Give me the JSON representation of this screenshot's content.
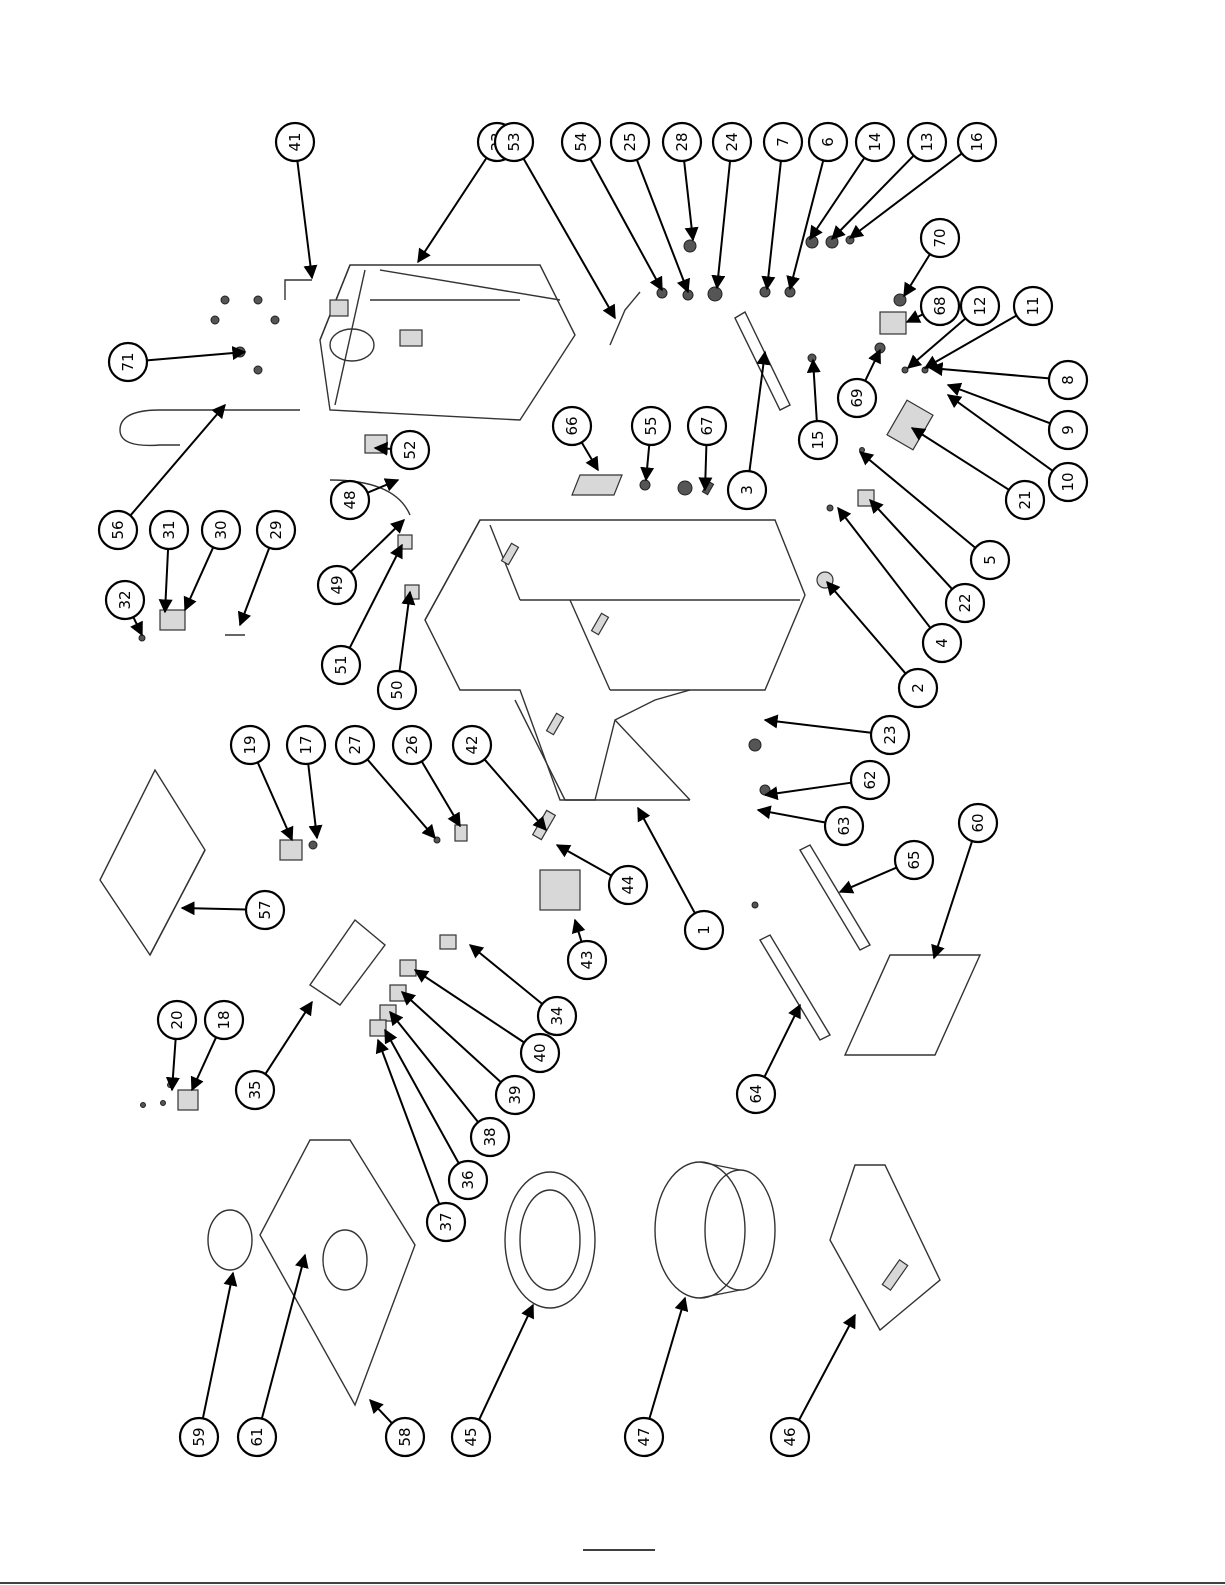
{
  "balloons": [
    {
      "label": "41"
    },
    {
      "label": "33"
    },
    {
      "label": "53"
    },
    {
      "label": "54"
    },
    {
      "label": "25"
    },
    {
      "label": "28"
    },
    {
      "label": "24"
    },
    {
      "label": "7"
    },
    {
      "label": "6"
    },
    {
      "label": "14"
    },
    {
      "label": "13"
    },
    {
      "label": "16"
    },
    {
      "label": "70"
    },
    {
      "label": "68"
    },
    {
      "label": "12"
    },
    {
      "label": "11"
    },
    {
      "label": "8"
    },
    {
      "label": "9"
    },
    {
      "label": "10"
    },
    {
      "label": "69"
    },
    {
      "label": "21"
    },
    {
      "label": "5"
    },
    {
      "label": "22"
    },
    {
      "label": "4"
    },
    {
      "label": "2"
    },
    {
      "label": "15"
    },
    {
      "label": "3"
    },
    {
      "label": "67"
    },
    {
      "label": "55"
    },
    {
      "label": "66"
    },
    {
      "label": "71"
    },
    {
      "label": "52"
    },
    {
      "label": "56"
    },
    {
      "label": "31"
    },
    {
      "label": "30"
    },
    {
      "label": "29"
    },
    {
      "label": "32"
    },
    {
      "label": "48"
    },
    {
      "label": "49"
    },
    {
      "label": "51"
    },
    {
      "label": "50"
    },
    {
      "label": "19"
    },
    {
      "label": "17"
    },
    {
      "label": "27"
    },
    {
      "label": "26"
    },
    {
      "label": "42"
    },
    {
      "label": "44"
    },
    {
      "label": "43"
    },
    {
      "label": "23"
    },
    {
      "label": "62"
    },
    {
      "label": "63"
    },
    {
      "label": "60"
    },
    {
      "label": "65"
    },
    {
      "label": "1"
    },
    {
      "label": "57"
    },
    {
      "label": "34"
    },
    {
      "label": "40"
    },
    {
      "label": "39"
    },
    {
      "label": "38"
    },
    {
      "label": "36"
    },
    {
      "label": "37"
    },
    {
      "label": "35"
    },
    {
      "label": "20"
    },
    {
      "label": "18"
    },
    {
      "label": "64"
    },
    {
      "label": "59"
    },
    {
      "label": "61"
    },
    {
      "label": "58"
    },
    {
      "label": "45"
    },
    {
      "label": "47"
    },
    {
      "label": "46"
    }
  ]
}
